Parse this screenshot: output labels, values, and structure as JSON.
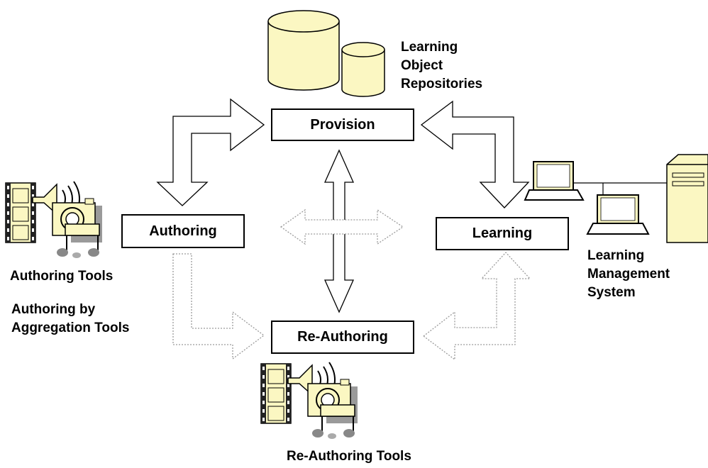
{
  "nodes": {
    "provision": "Provision",
    "authoring": "Authoring",
    "learning": "Learning",
    "reauthoring": "Re-Authoring"
  },
  "captions": {
    "repositories": [
      "Learning",
      "Object",
      "Repositories"
    ],
    "lms": [
      "Learning",
      "Management",
      "System"
    ],
    "authoring_tools": "Authoring Tools",
    "aggregation_tools": [
      "Authoring by",
      "Aggregation Tools"
    ],
    "reauthoring_tools": "Re-Authoring Tools"
  },
  "icons": {
    "repository": "database-cylinders-icon",
    "authoring_media": "multimedia-tools-icon",
    "reauthoring_media": "multimedia-tools-icon",
    "lms": "laptops-and-server-icon"
  },
  "colors": {
    "icon_fill": "#fbf7c2",
    "stroke": "#000000",
    "dotted_stroke": "#9a9a9a"
  }
}
